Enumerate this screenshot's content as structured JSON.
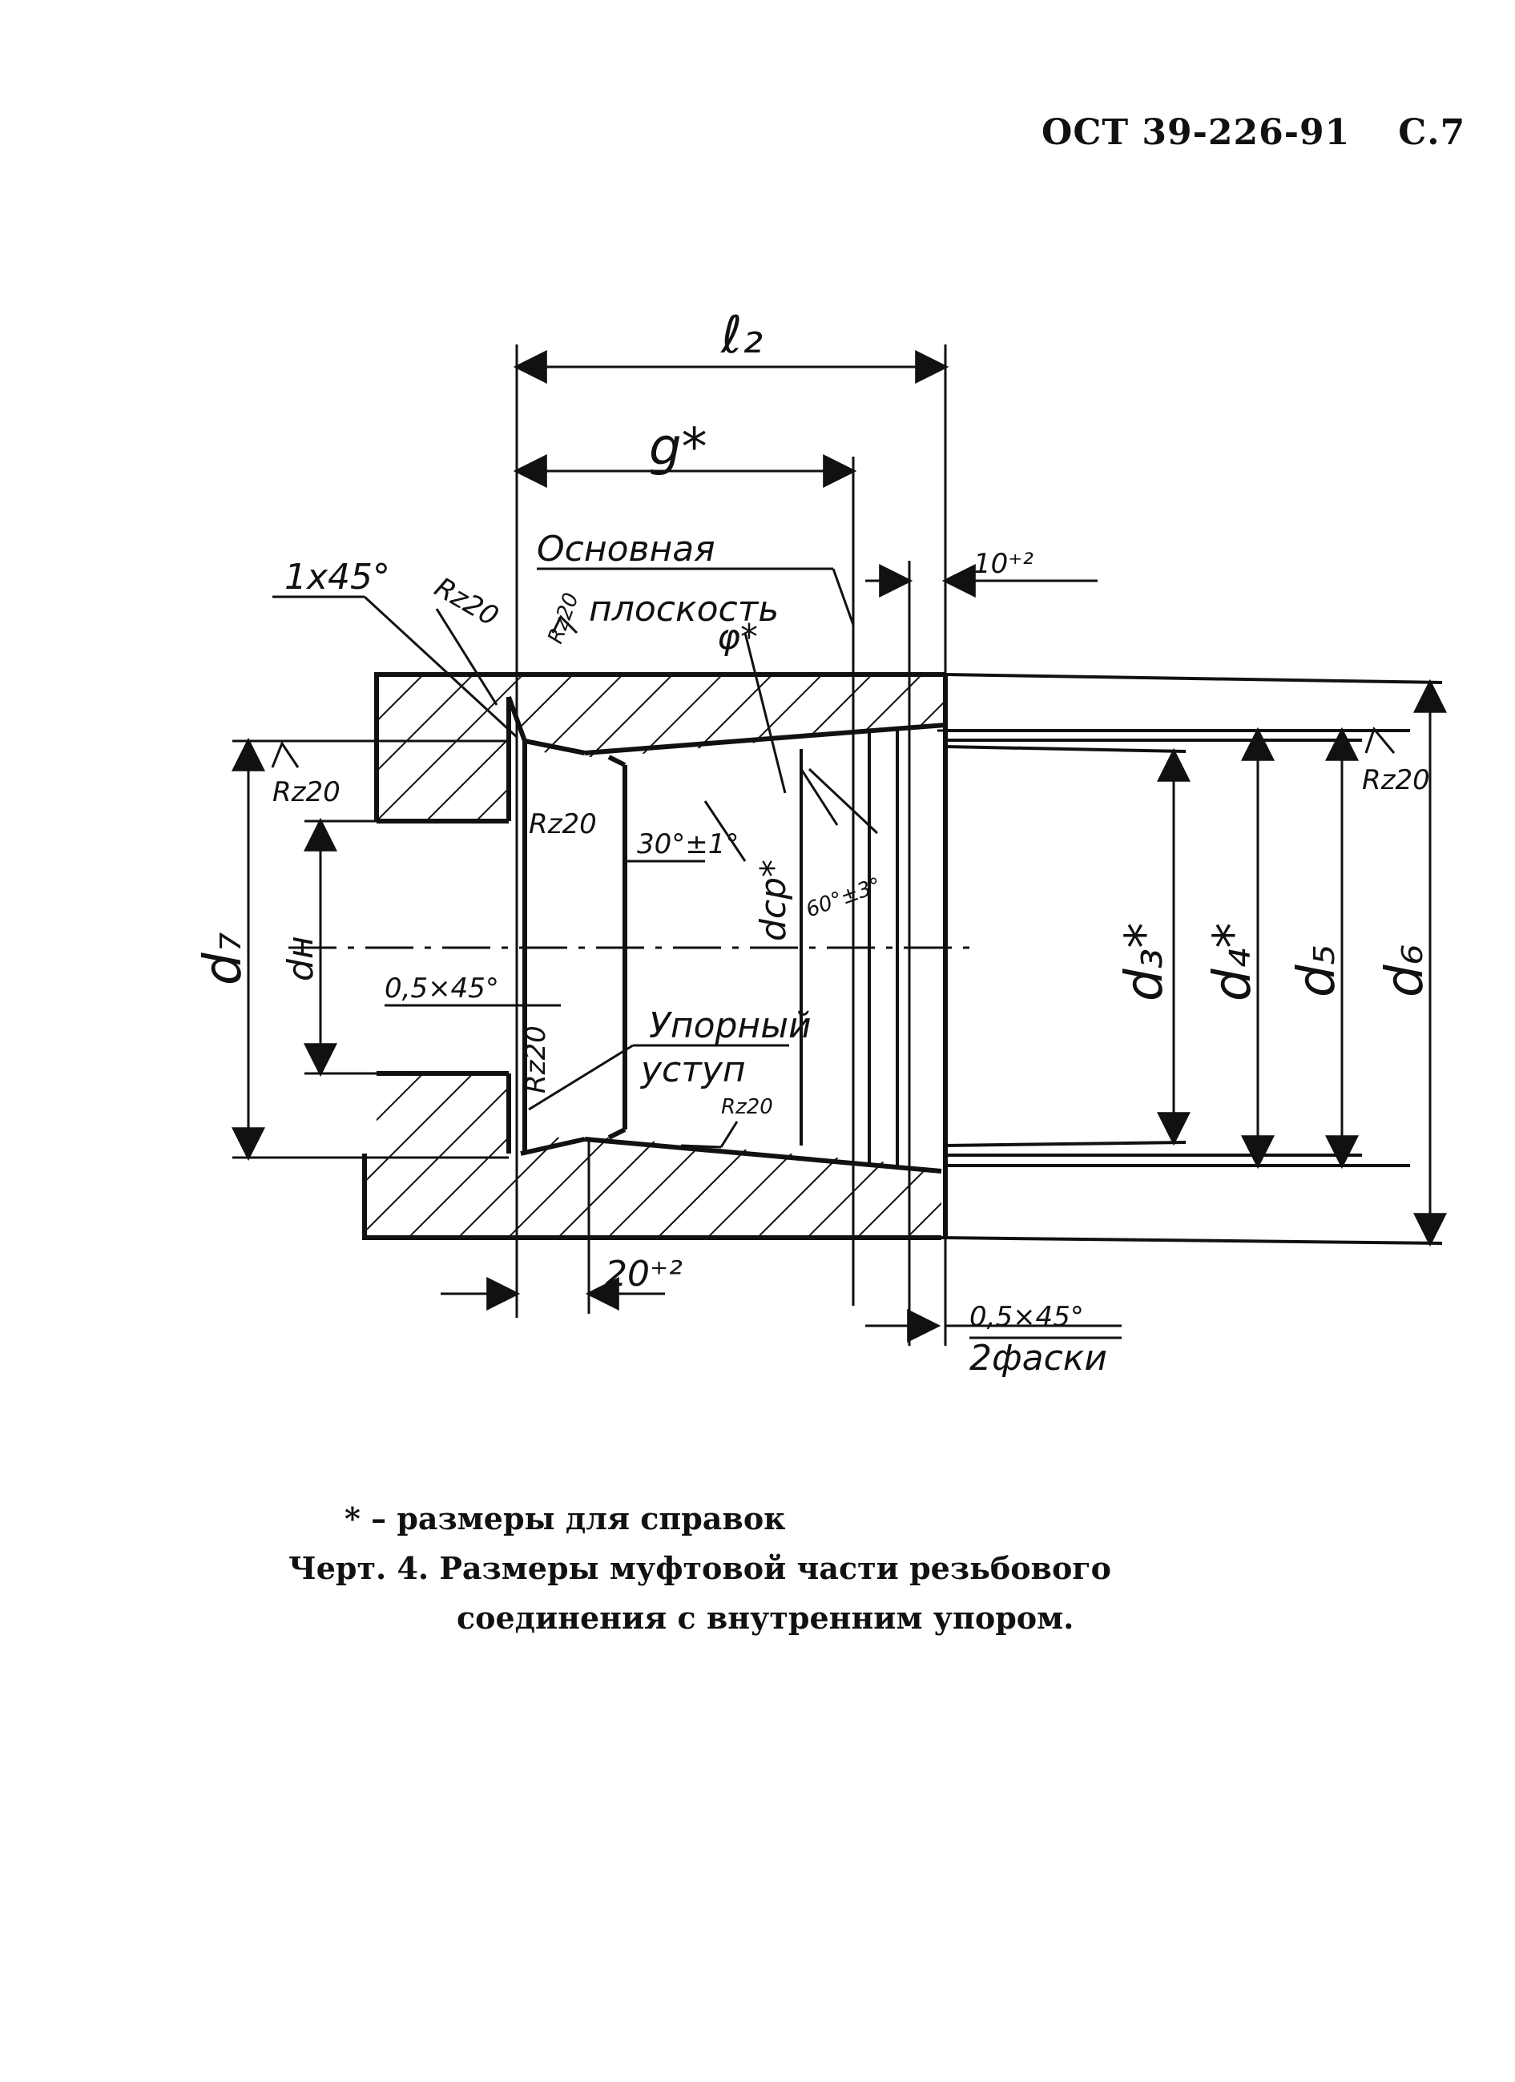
{
  "header": {
    "doc_code": "ОСТ 39-226-91",
    "page": "С.7"
  },
  "drawing": {
    "labels": {
      "l2": "ℓ₂",
      "g": "g*",
      "osnovnaya": "Основная",
      "ploskost": "плоскость",
      "dim_10": "10⁺²",
      "chamfer_1x45": "1x45°",
      "rz20": "Rz20",
      "phi": "φ*",
      "angle_30": "30°±1°",
      "d_sr": "dср*",
      "angle_60": "60°±3°",
      "d7": "d₇",
      "dn": "dн",
      "chamfer_05": "0,5×45°",
      "d3": "d₃*",
      "d4": "d₄*",
      "d5": "d₅",
      "d6": "d₆",
      "upornyi": "Упорный",
      "ustup": "уступ",
      "dim_20": "20⁺²",
      "chamfer_bottom": "0,5×45°",
      "dve_faski": "2фаски"
    }
  },
  "notes": {
    "footnote": "* – размеры для справок",
    "caption_line1": "Черт. 4. Размеры муфтовой части резьбового",
    "caption_line2": "соединения с внутренним упором."
  }
}
